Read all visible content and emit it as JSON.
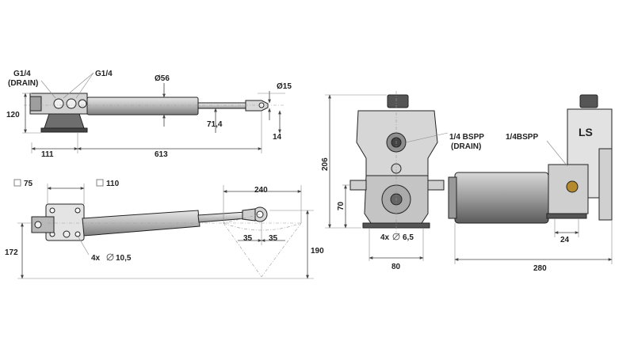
{
  "colors": {
    "line": "#222222",
    "dimension": "#444444",
    "body_fill": "#c9c9c9",
    "body_dark": "#8a8a8a",
    "metal_light": "#e6e6e6",
    "background": "#ffffff"
  },
  "top_cylinder": {
    "port_g14_drain": "G1/4",
    "port_drain_note": "(DRAIN)",
    "port_g14": "G1/4",
    "dia_body": "Ø56",
    "dia_rod": "Ø15",
    "dim_height": "120",
    "dim_rod": "71,4",
    "dim_rod_end": "14",
    "dim_mount": "111",
    "dim_length": "613"
  },
  "bottom_cylinder": {
    "dim_75": "75",
    "dim_110": "110",
    "dim_stroke": "240",
    "dim_35a": "35",
    "dim_35b": "35",
    "dim_172": "172",
    "dim_190": "190",
    "holes": "4x",
    "hole_dia": "10,5"
  },
  "pump_front": {
    "port": "1/4 BSPP",
    "port_note": "(DRAIN)",
    "dim_height": "206",
    "dim_70": "70",
    "holes": "4x",
    "hole_dia": "6,5",
    "dim_width": "80"
  },
  "pump_side": {
    "port": "1/4BSPP",
    "brand": "LS",
    "dim_24": "24",
    "dim_length": "280"
  }
}
